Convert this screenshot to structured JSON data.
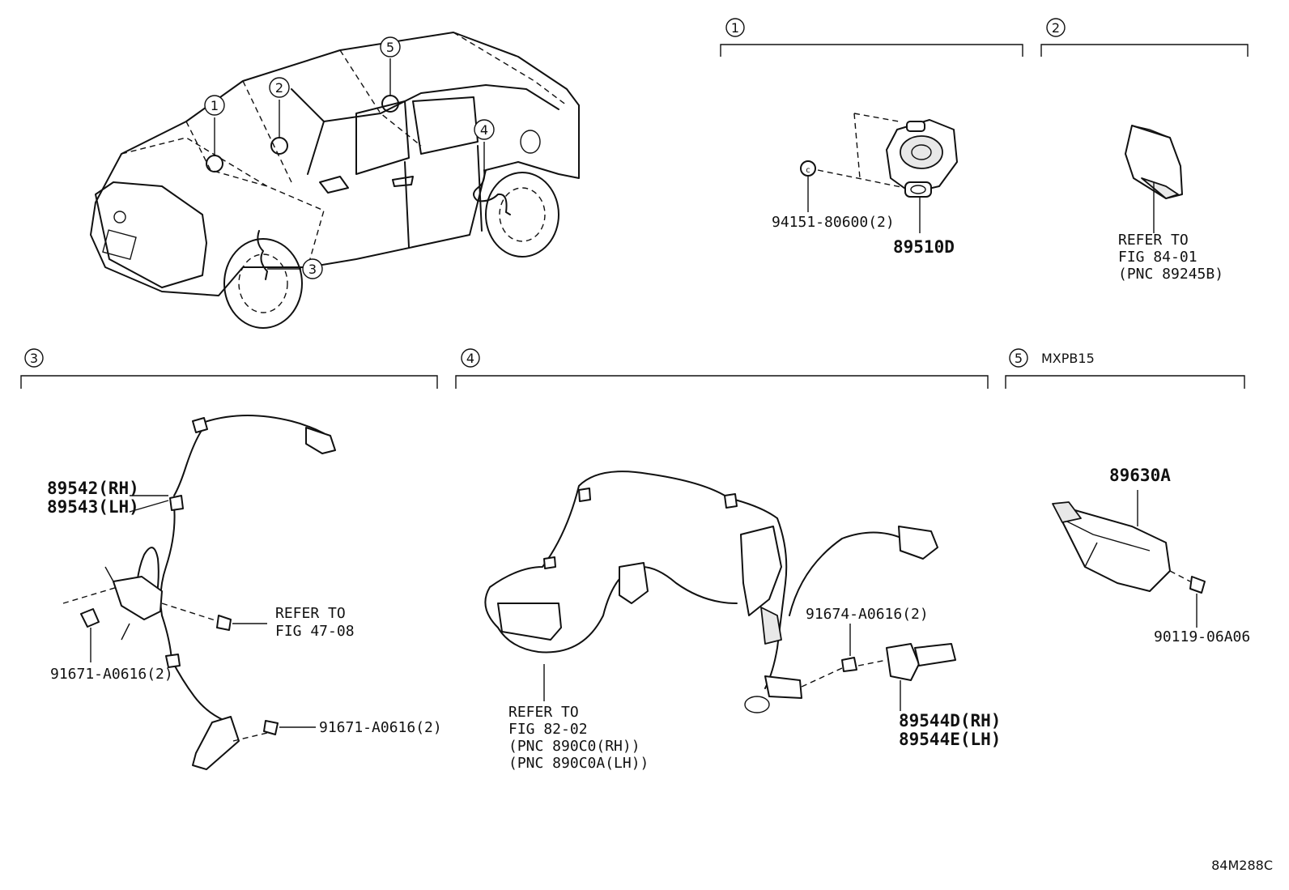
{
  "callouts": {
    "c1": "1",
    "c2": "2",
    "c3": "3",
    "c4": "4",
    "c5": "5"
  },
  "sections": {
    "s1": {
      "number": "1",
      "tag": ""
    },
    "s2": {
      "number": "2",
      "tag": ""
    },
    "s3": {
      "number": "3",
      "tag": ""
    },
    "s4": {
      "number": "4",
      "tag": ""
    },
    "s5": {
      "number": "5",
      "tag": "MXPB15"
    }
  },
  "parts": {
    "bolt_94151": "94151-80600(2)",
    "sensor_89510D": "89510D",
    "refer_84_01": [
      "REFER TO",
      "FIG 84-01",
      "(PNC 89245B)"
    ],
    "harness_rh": "89542(RH)",
    "harness_lh": "89543(LH)",
    "refer_47_08": [
      "REFER TO",
      "FIG 47-08"
    ],
    "bolt_91671_a": "91671-A0616(2)",
    "bolt_91671_b": "91671-A0616(2)",
    "refer_82_02": [
      "REFER TO",
      "FIG 82-02",
      "(PNC 890C0(RH))",
      "(PNC 890C0A(LH))"
    ],
    "bolt_91674": "91674-A0616(2)",
    "sensor_89544D": "89544D(RH)",
    "sensor_89544E": "89544E(LH)",
    "module_89630A": "89630A",
    "bolt_90119": "90119-06A06"
  },
  "figure_code": "84M288C"
}
